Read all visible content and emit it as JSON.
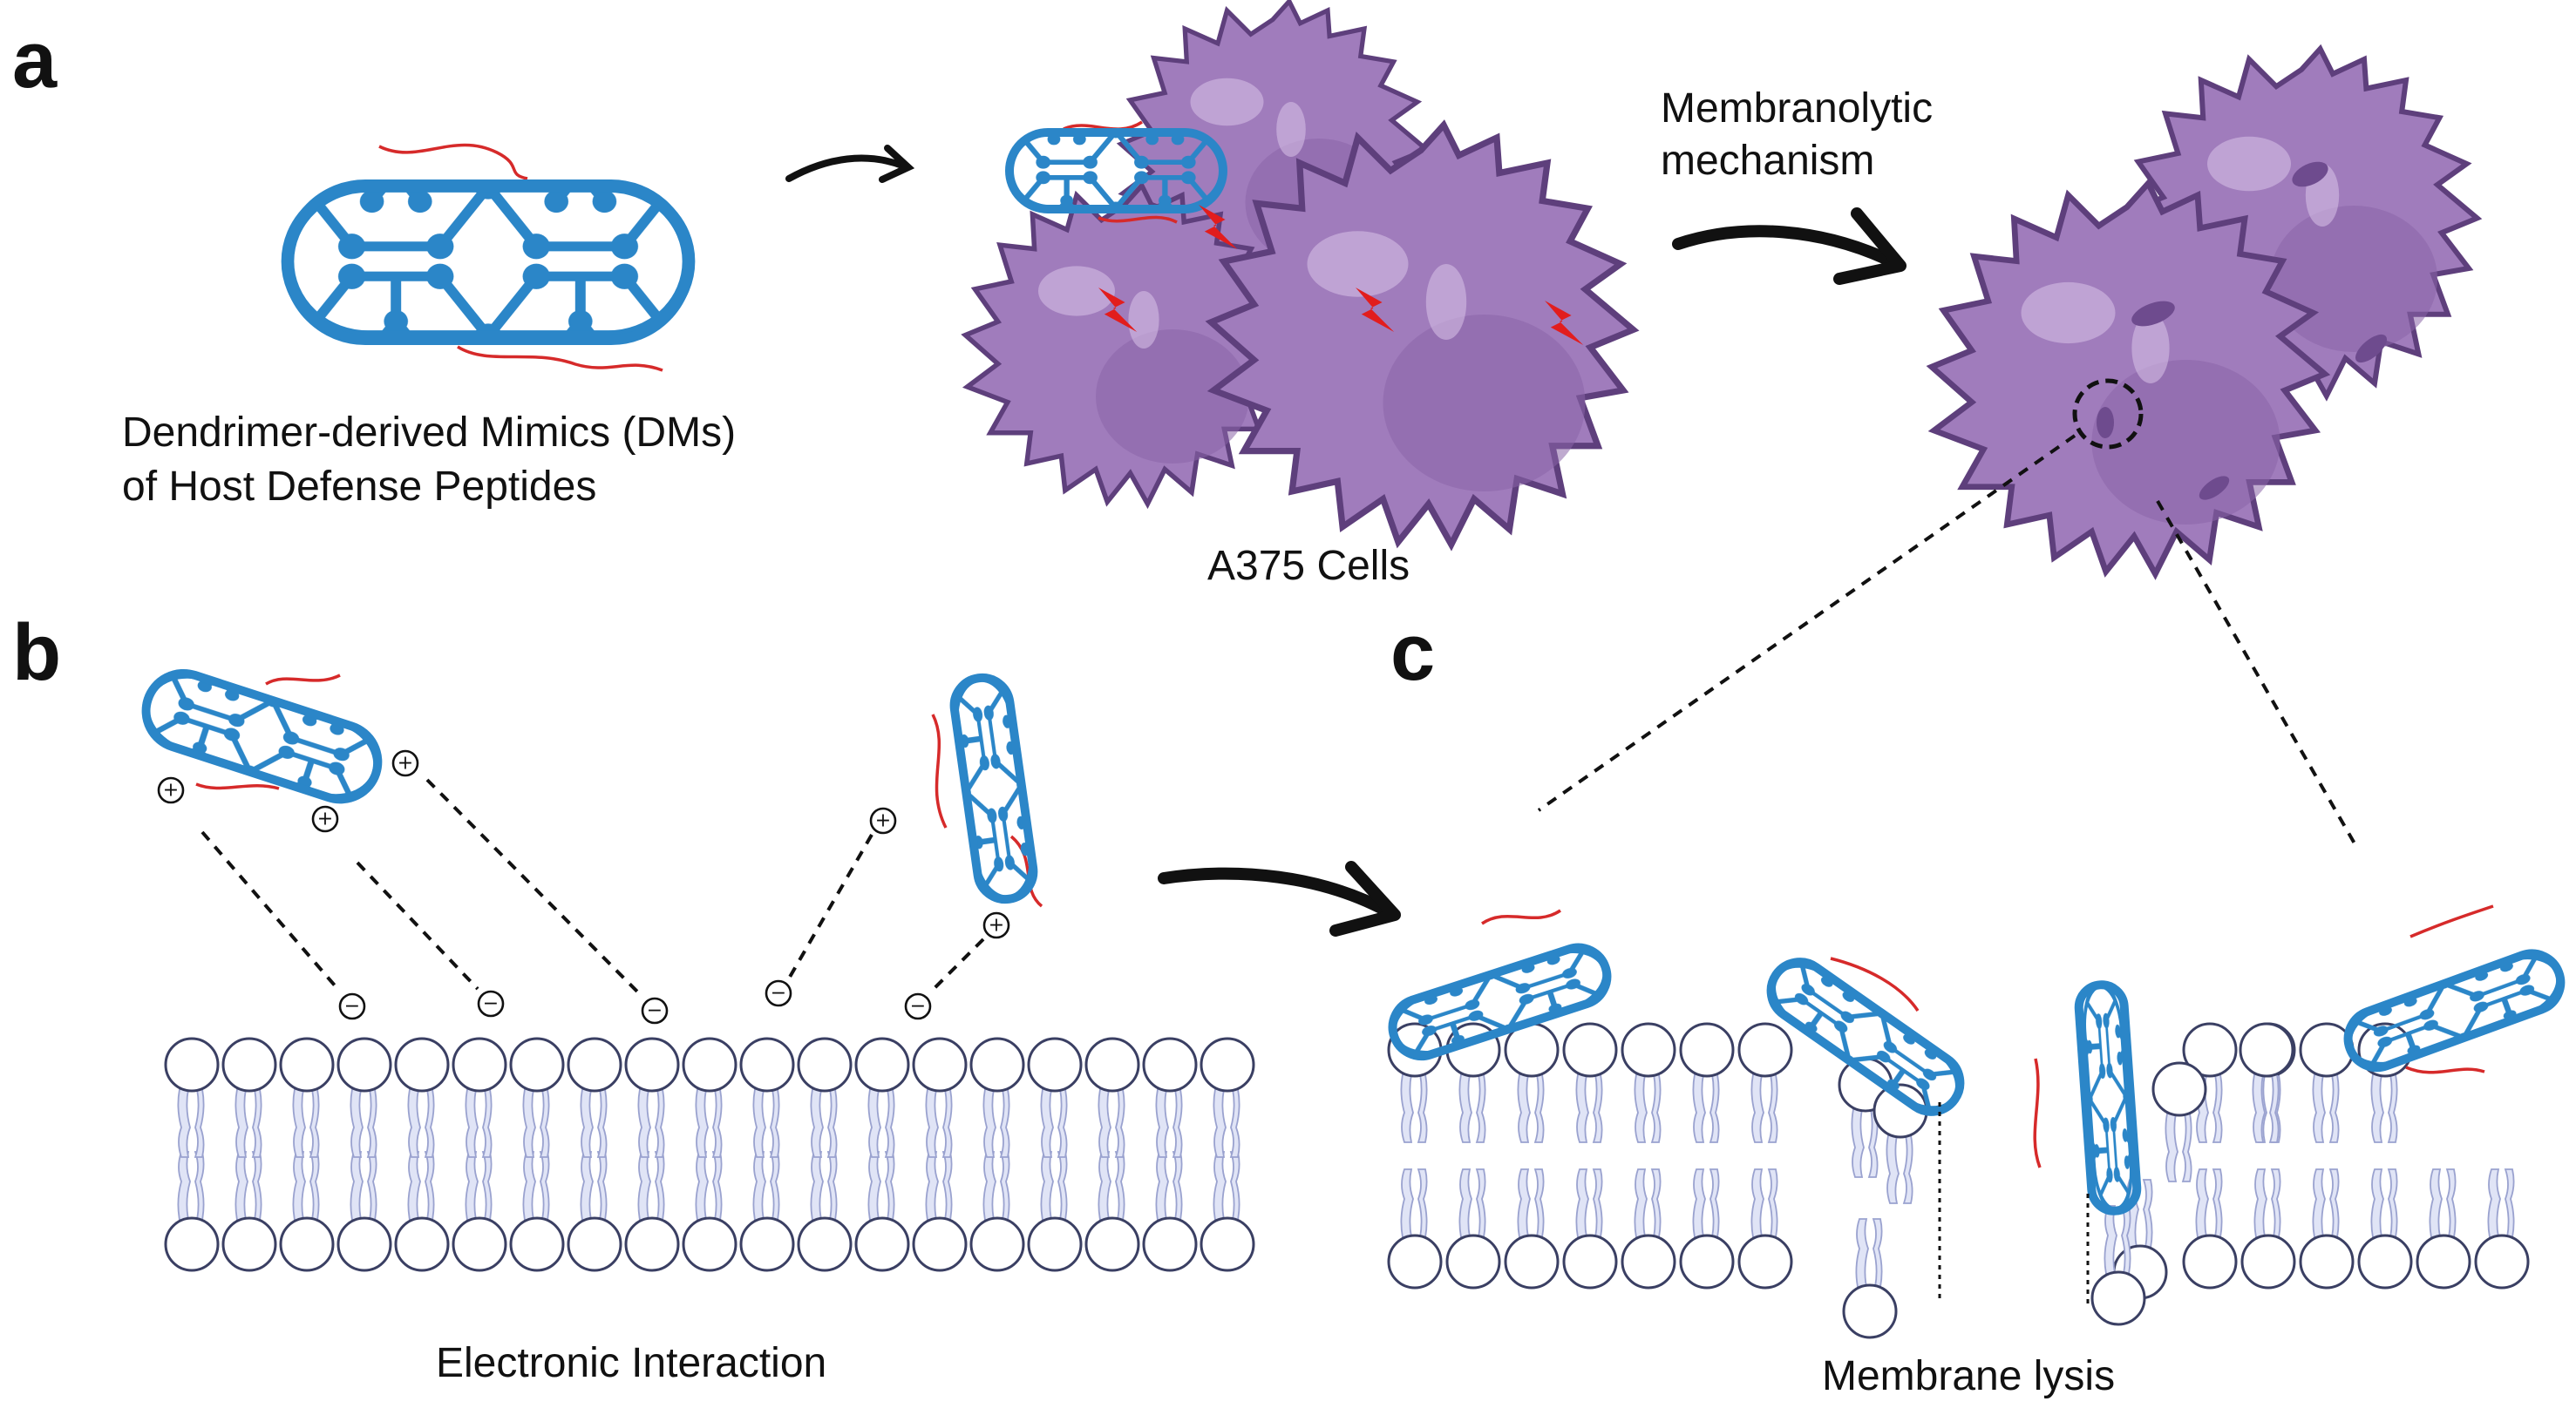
{
  "panels": {
    "a": {
      "letter": "a",
      "dm_label_line1": "Dendrimer-derived Mimics (DMs)",
      "dm_label_line2": "of Host Defense Peptides",
      "cells_label": "A375 Cells",
      "mechanism_line1": "Membranolytic",
      "mechanism_line2": "mechanism"
    },
    "b": {
      "letter": "b",
      "caption": "Electronic Interaction",
      "positive_symbol": "+",
      "negative_symbol": "−"
    },
    "c": {
      "letter": "c",
      "caption": "Membrane lysis"
    }
  },
  "colors": {
    "dm_blue": "#2b86c8",
    "peptide_red": "#d62a2a",
    "cell_purple": "#a07cbc",
    "cell_outline": "#5e3f7c",
    "lipid_tail": "#e0e4f6",
    "bolt_red": "#e21d1d"
  },
  "icons": [
    "dendrimer-mimic-icon",
    "cancer-cell-icon",
    "lightning-bolt-icon",
    "lipid-bilayer-icon",
    "curved-arrow-icon"
  ]
}
